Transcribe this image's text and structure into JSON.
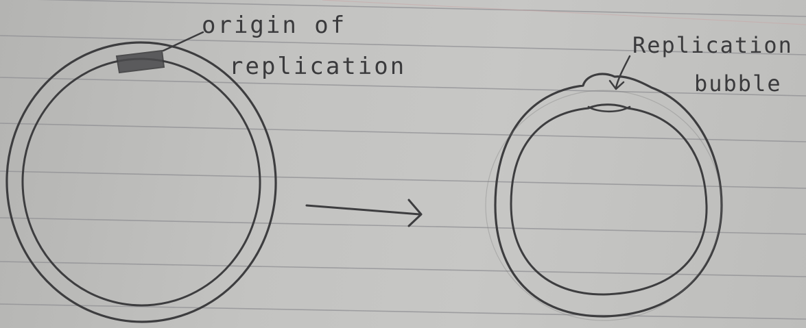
{
  "left_label": {
    "line1": "origin of",
    "line2": "replication"
  },
  "right_label": {
    "line1": "Replication",
    "line2": "bubble"
  },
  "colors": {
    "paper": "#c3c3c1",
    "rule_line": "#8f8f93",
    "pencil": "#3d3d3f",
    "margin_line": "#c9a4a4"
  }
}
